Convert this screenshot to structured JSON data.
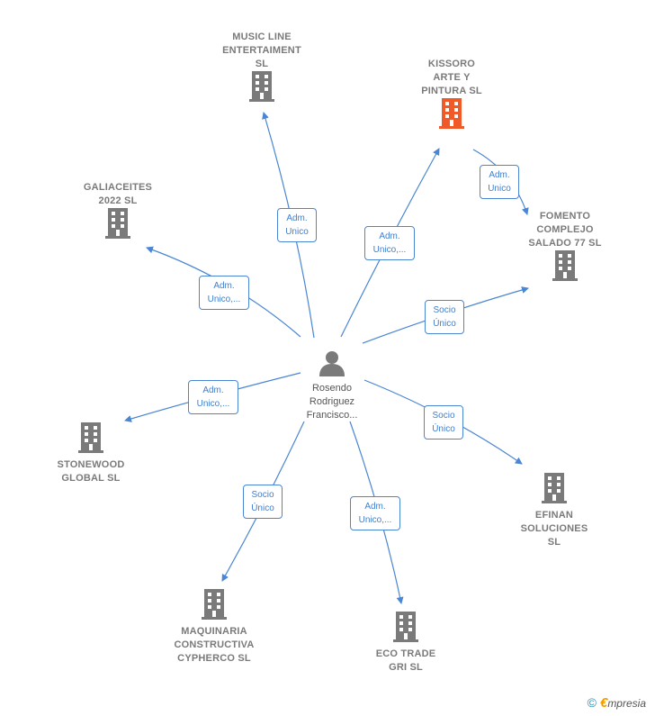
{
  "center": {
    "name": "Rosendo\nRodriguez\nFrancisco..."
  },
  "companies": [
    {
      "id": "music",
      "name": "MUSIC LINE\nENTERTAIMENT\nSL",
      "color": "#7a7a7a"
    },
    {
      "id": "kissoro",
      "name": "KISSORO\nARTE Y\nPINTURA  SL",
      "color": "#f05a28"
    },
    {
      "id": "galiaceites",
      "name": "GALIACEITES\n2022  SL",
      "color": "#7a7a7a"
    },
    {
      "id": "fomento",
      "name": "FOMENTO\nCOMPLEJO\nSALADO 77  SL",
      "color": "#7a7a7a"
    },
    {
      "id": "stonewood",
      "name": "STONEWOOD\nGLOBAL  SL",
      "color": "#7a7a7a"
    },
    {
      "id": "efinan",
      "name": "EFINAN\nSOLUCIONES\nSL",
      "color": "#7a7a7a"
    },
    {
      "id": "maquinaria",
      "name": "MAQUINARIA\nCONSTRUCTIVA\nCYPHERCO  SL",
      "color": "#7a7a7a"
    },
    {
      "id": "ecotrade",
      "name": "ECO TRADE\nGRI  SL",
      "color": "#7a7a7a"
    }
  ],
  "edges": [
    {
      "from": "center",
      "to": "music",
      "label": "Adm.\nUnico"
    },
    {
      "from": "center",
      "to": "kissoro",
      "label": "Adm.\nUnico,..."
    },
    {
      "from": "kissoro",
      "to": "fomento",
      "label": "Adm.\nUnico"
    },
    {
      "from": "center",
      "to": "galiaceites",
      "label": "Adm.\nUnico,..."
    },
    {
      "from": "center",
      "to": "fomento",
      "label": "Socio\nÚnico"
    },
    {
      "from": "center",
      "to": "stonewood",
      "label": "Adm.\nUnico,..."
    },
    {
      "from": "center",
      "to": "efinan",
      "label": "Socio\nÚnico"
    },
    {
      "from": "center",
      "to": "maquinaria",
      "label": "Socio\nÚnico"
    },
    {
      "from": "center",
      "to": "ecotrade",
      "label": "Adm.\nUnico,..."
    }
  ],
  "colors": {
    "edge": "#4a86d4",
    "company": "#7a7a7a",
    "highlight": "#f05a28"
  },
  "footer": {
    "copyright": "©",
    "brand_e": "€",
    "brand_rest": "mpresia"
  }
}
